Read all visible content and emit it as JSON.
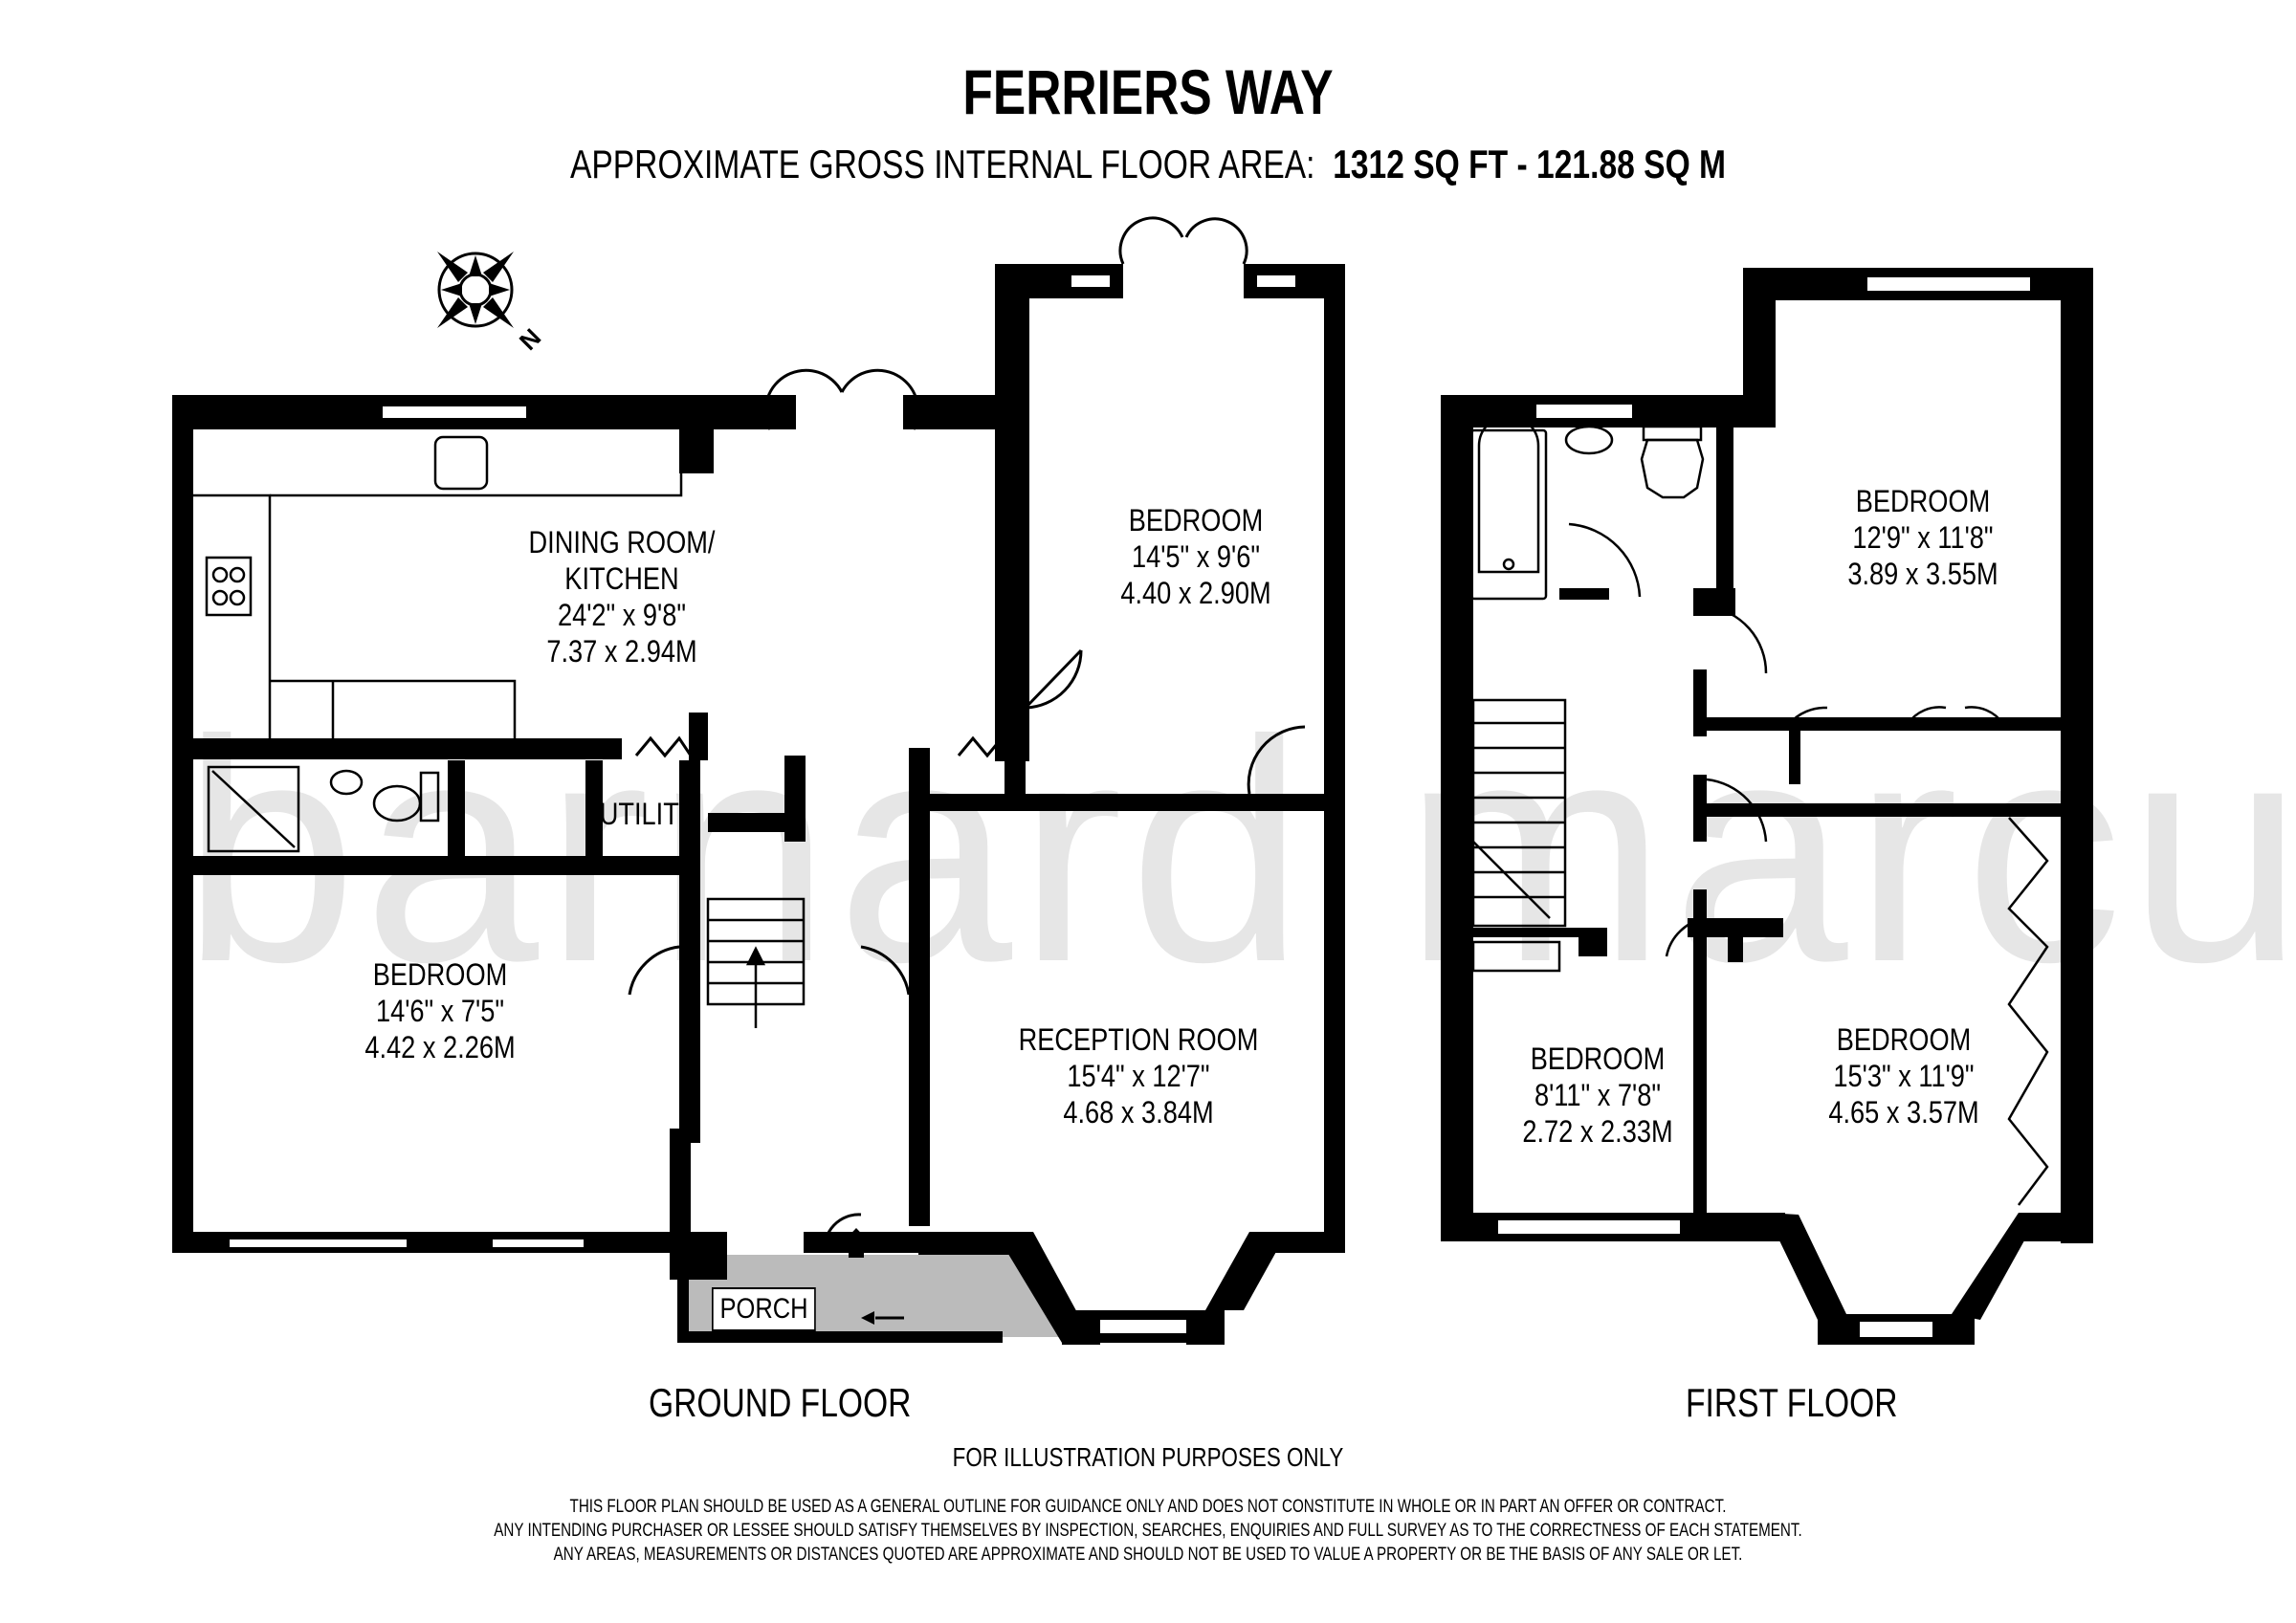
{
  "header": {
    "title": "FERRIERS WAY",
    "area_label": "APPROXIMATE GROSS INTERNAL FLOOR AREA:",
    "area_value": "1312 SQ FT  -  121.88 SQ M"
  },
  "compass": {
    "icon": "compass-rose-icon",
    "direction_label": "N"
  },
  "watermark": "barnard marcus",
  "ground_floor": {
    "label": "GROUND FLOOR",
    "rooms": [
      {
        "name_line1": "DINING ROOM/",
        "name_line2": "KITCHEN",
        "imperial": "24'2\" x 9'8\"",
        "metric": "7.37 x 2.94M"
      },
      {
        "name_line1": "BEDROOM",
        "name_line2": "",
        "imperial": "14'5\" x 9'6\"",
        "metric": "4.40 x 2.90M"
      },
      {
        "name_line1": "BEDROOM",
        "name_line2": "",
        "imperial": "14'6\" x 7'5\"",
        "metric": "4.42 x 2.26M"
      },
      {
        "name_line1": "RECEPTION ROOM",
        "name_line2": "",
        "imperial": "15'4\" x 12'7\"",
        "metric": "4.68 x 3.84M"
      }
    ],
    "utility_label": "UTILITY",
    "porch_label": "PORCH"
  },
  "first_floor": {
    "label": "FIRST FLOOR",
    "rooms": [
      {
        "name_line1": "BEDROOM",
        "imperial": "12'9\" x 11'8\"",
        "metric": "3.89 x 3.55M"
      },
      {
        "name_line1": "BEDROOM",
        "imperial": "8'11\" x 7'8\"",
        "metric": "2.72 x 2.33M"
      },
      {
        "name_line1": "BEDROOM",
        "imperial": "15'3\" x 11'9\"",
        "metric": "4.65 x 3.57M"
      }
    ]
  },
  "footer": {
    "illustration_note": "FOR ILLUSTRATION PURPOSES ONLY",
    "disclaimer_lines": [
      "THIS FLOOR PLAN SHOULD BE USED AS A GENERAL OUTLINE FOR GUIDANCE ONLY AND DOES NOT CONSTITUTE IN WHOLE OR IN PART AN OFFER OR CONTRACT.",
      "ANY INTENDING PURCHASER OR LESSEE SHOULD SATISFY THEMSELVES BY INSPECTION, SEARCHES, ENQUIRIES AND FULL SURVEY AS TO THE CORRECTNESS OF EACH STATEMENT.",
      "ANY AREAS, MEASUREMENTS OR DISTANCES QUOTED ARE APPROXIMATE AND SHOULD NOT BE USED TO VALUE A PROPERTY OR BE THE BASIS OF ANY SALE OR LET."
    ]
  },
  "colors": {
    "wall": "#000000",
    "porch_fill": "#bbbbbb",
    "watermark": "#e6e6e6",
    "background": "#ffffff"
  }
}
